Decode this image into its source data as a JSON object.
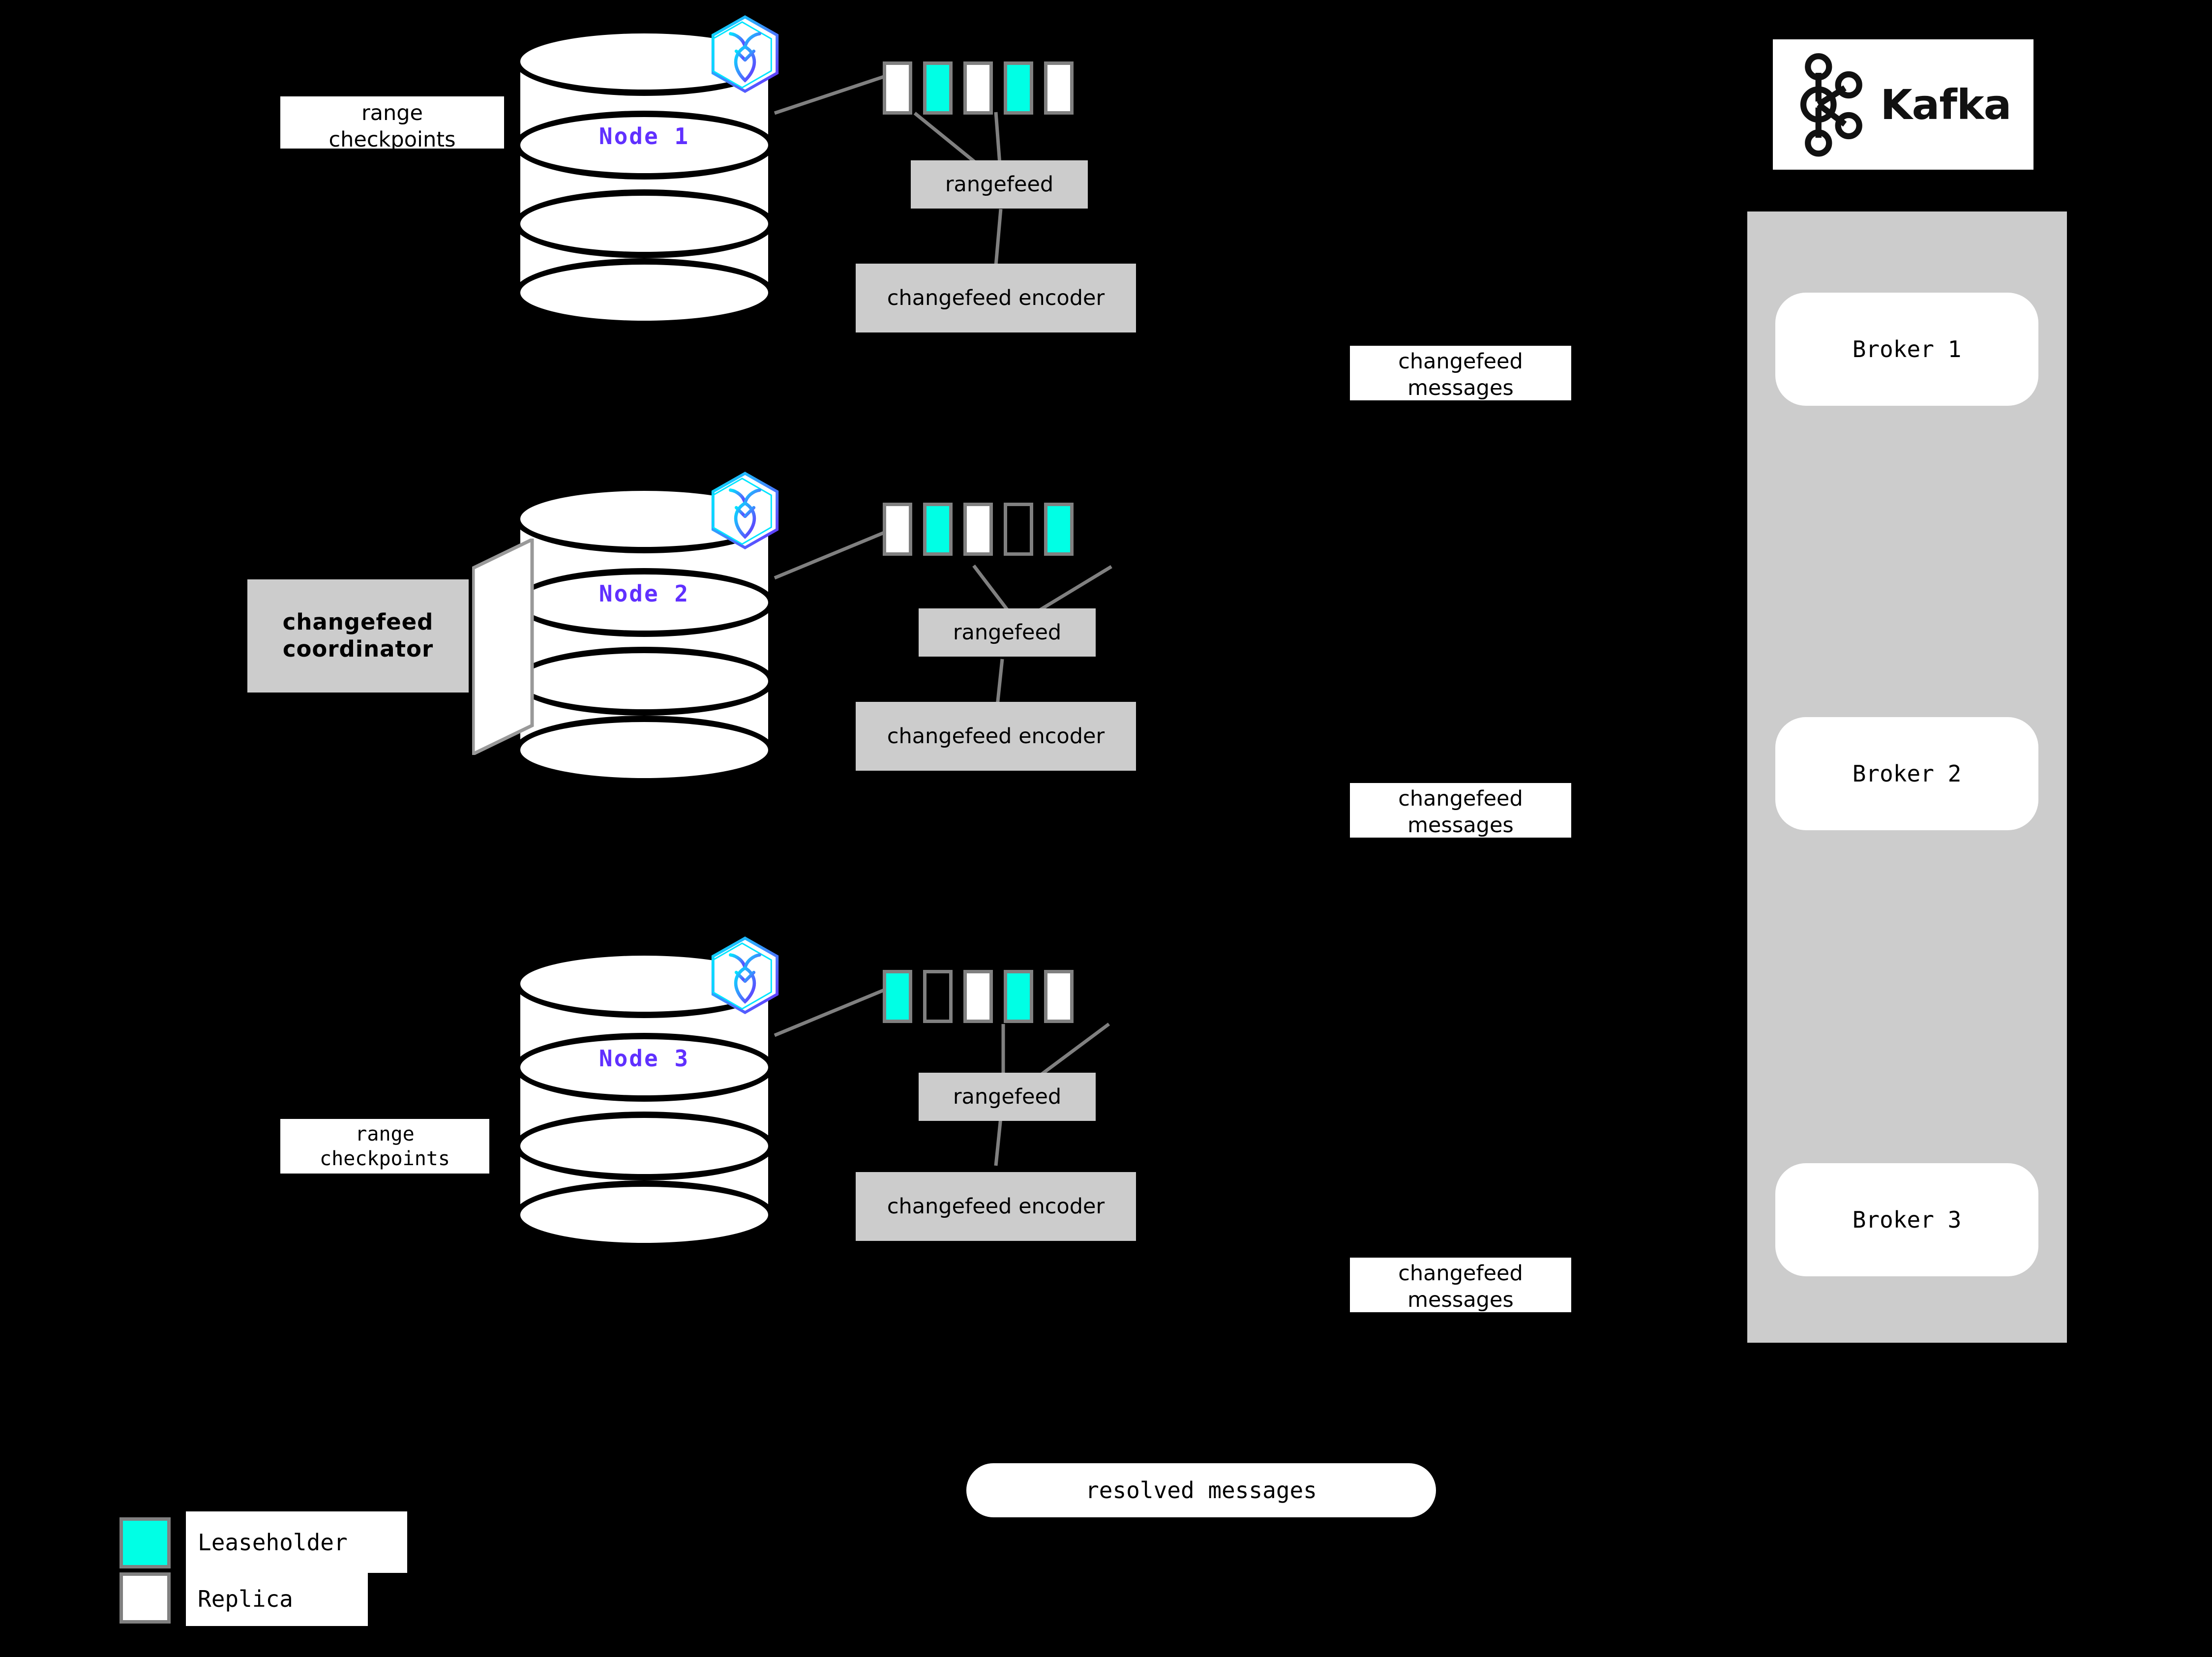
{
  "diagram": {
    "title": "CockroachDB changefeed to Kafka architecture",
    "background_color": "#000000",
    "colors": {
      "leaseholder": "#00ffe5",
      "replica": "#ffffff",
      "range_border": "#808080",
      "process_box": "#cccccc",
      "node_label": "#6030ff",
      "connector": "#808080"
    }
  },
  "nodes": [
    {
      "id": "node-1",
      "label": "Node 1",
      "logo_icon": "cockroachdb-hexagon-icon",
      "side_label": {
        "line1": "range",
        "line2": "checkpoints",
        "clipped": true
      },
      "ranges": [
        "replica",
        "leaseholder",
        "replica",
        "leaseholder",
        "replica"
      ],
      "rangefeed_label": "rangefeed",
      "encoder_label": {
        "line1": "changefeed",
        "line2": "encoder"
      },
      "output_label": {
        "line1": "changefeed",
        "line2": "messages"
      }
    },
    {
      "id": "node-2",
      "label": "Node 2",
      "logo_icon": "cockroachdb-hexagon-icon",
      "side_label": {
        "line1": "changefeed",
        "line2": "coordinator",
        "bold": true
      },
      "ranges": [
        "replica",
        "leaseholder",
        "replica",
        "empty",
        "leaseholder"
      ],
      "rangefeed_label": "rangefeed",
      "encoder_label": {
        "line1": "changefeed",
        "line2": "encoder"
      },
      "output_label": {
        "line1": "changefeed",
        "line2": "messages"
      }
    },
    {
      "id": "node-3",
      "label": "Node 3",
      "logo_icon": "cockroachdb-hexagon-icon",
      "side_label": {
        "line1": "range",
        "line2": "checkpoints"
      },
      "ranges": [
        "leaseholder",
        "empty",
        "replica",
        "leaseholder",
        "replica"
      ],
      "rangefeed_label": "rangefeed",
      "encoder_label": {
        "line1": "changefeed",
        "line2": "encoder"
      },
      "output_label": {
        "line1": "changefeed",
        "line2": "messages"
      }
    }
  ],
  "kafka": {
    "wordmark": "Kafka",
    "logo_icon": "kafka-node-graph-icon",
    "brokers": [
      "Broker 1",
      "Broker 2",
      "Broker 3"
    ]
  },
  "resolved": {
    "label": "resolved messages"
  },
  "legend": {
    "items": [
      {
        "swatch": "leaseholder",
        "label": "Leaseholder"
      },
      {
        "swatch": "replica",
        "label": "Replica"
      }
    ]
  }
}
